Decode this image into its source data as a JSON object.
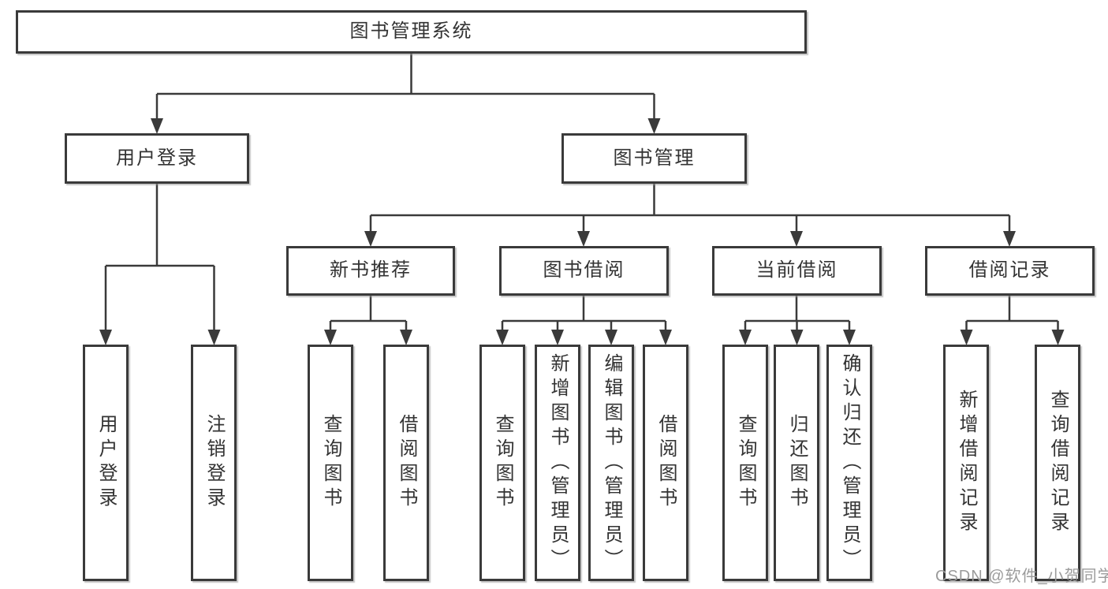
{
  "diagram": {
    "root": {
      "label": "图书管理系统"
    },
    "level2": [
      {
        "label": "用户登录",
        "children": [
          {
            "label": "用户登录"
          },
          {
            "label": "注销登录"
          }
        ]
      },
      {
        "label": "图书管理",
        "children": [
          {
            "label": "新书推荐",
            "children": [
              {
                "label": "查询图书"
              },
              {
                "label": "借阅图书"
              }
            ]
          },
          {
            "label": "图书借阅",
            "children": [
              {
                "label": "查询图书"
              },
              {
                "label": "新增图书（管理员）"
              },
              {
                "label": "编辑图书（管理员）"
              },
              {
                "label": "借阅图书"
              }
            ]
          },
          {
            "label": "当前借阅",
            "children": [
              {
                "label": "查询图书"
              },
              {
                "label": "归还图书"
              },
              {
                "label": "确认归还（管理员）"
              }
            ]
          },
          {
            "label": "借阅记录",
            "children": [
              {
                "label": "新增借阅记录"
              },
              {
                "label": "查询借阅记录"
              }
            ]
          }
        ]
      }
    ]
  },
  "watermark": {
    "text": "CSDN @软件_小贺同学"
  },
  "colors": {
    "line": "#3a3a3a",
    "box_border": "#3a3a3a",
    "text": "#333333",
    "background": "#ffffff",
    "watermark": "#9b9b9b"
  }
}
